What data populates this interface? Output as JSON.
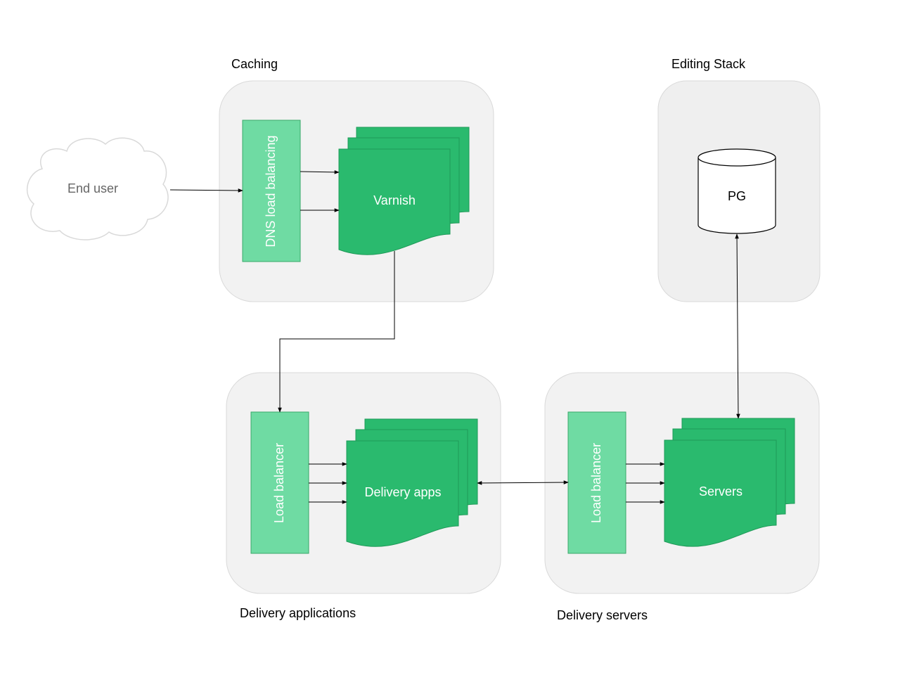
{
  "groups": {
    "caching": "Caching",
    "editing": "Editing Stack",
    "delivery_apps": "Delivery applications",
    "delivery_servers": "Delivery servers"
  },
  "nodes": {
    "end_user": "End user",
    "dns_lb": "DNS load balancing",
    "varnish": "Varnish",
    "pg": "PG",
    "lb_apps": "Load balancer",
    "delivery_apps": "Delivery apps",
    "lb_servers": "Load balancer",
    "servers": "Servers"
  },
  "colors": {
    "group_fill": "#f2f2f2",
    "group_stroke": "#d9d9d9",
    "editing_fill": "#efefef",
    "lb_fill": "#6fdba3",
    "doc_fill": "#2aba6e",
    "doc_stroke": "#1f9a58",
    "cloud_text": "#666666",
    "node_text": "#ffffff",
    "line": "#000000"
  }
}
